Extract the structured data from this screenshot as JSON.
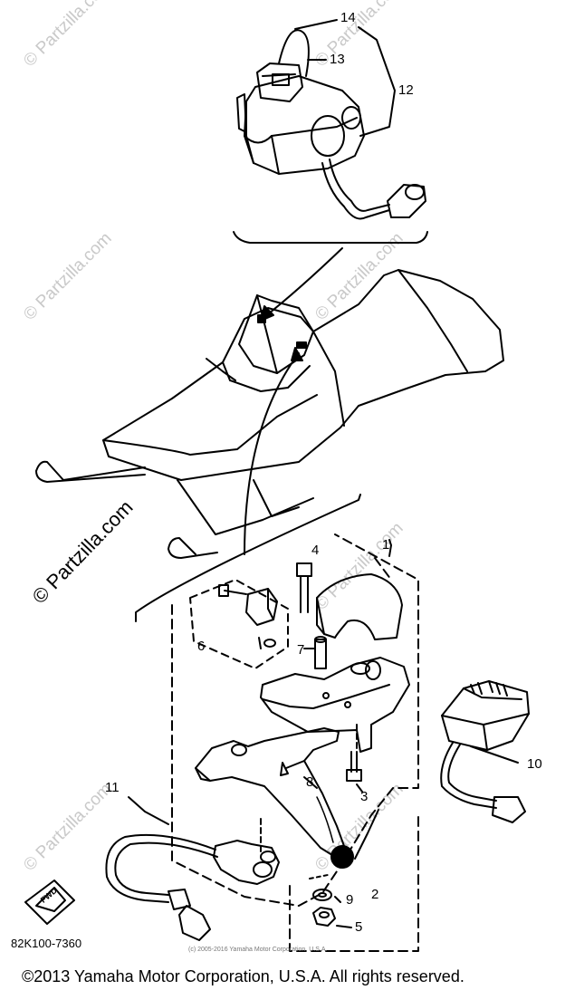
{
  "callouts": [
    "1",
    "2",
    "3",
    "4",
    "5",
    "6",
    "7",
    "8",
    "9",
    "10",
    "11",
    "12",
    "13",
    "14"
  ],
  "watermark_text": "© Partzilla.com",
  "part_code": "82K100-7360",
  "small_copyright": "(c) 2005-2016 Yamaha Motor Corporation, U.S.A.",
  "copyright": "©2013 Yamaha Motor Corporation, U.S.A. All rights reserved.",
  "fwd_label": "FWD"
}
